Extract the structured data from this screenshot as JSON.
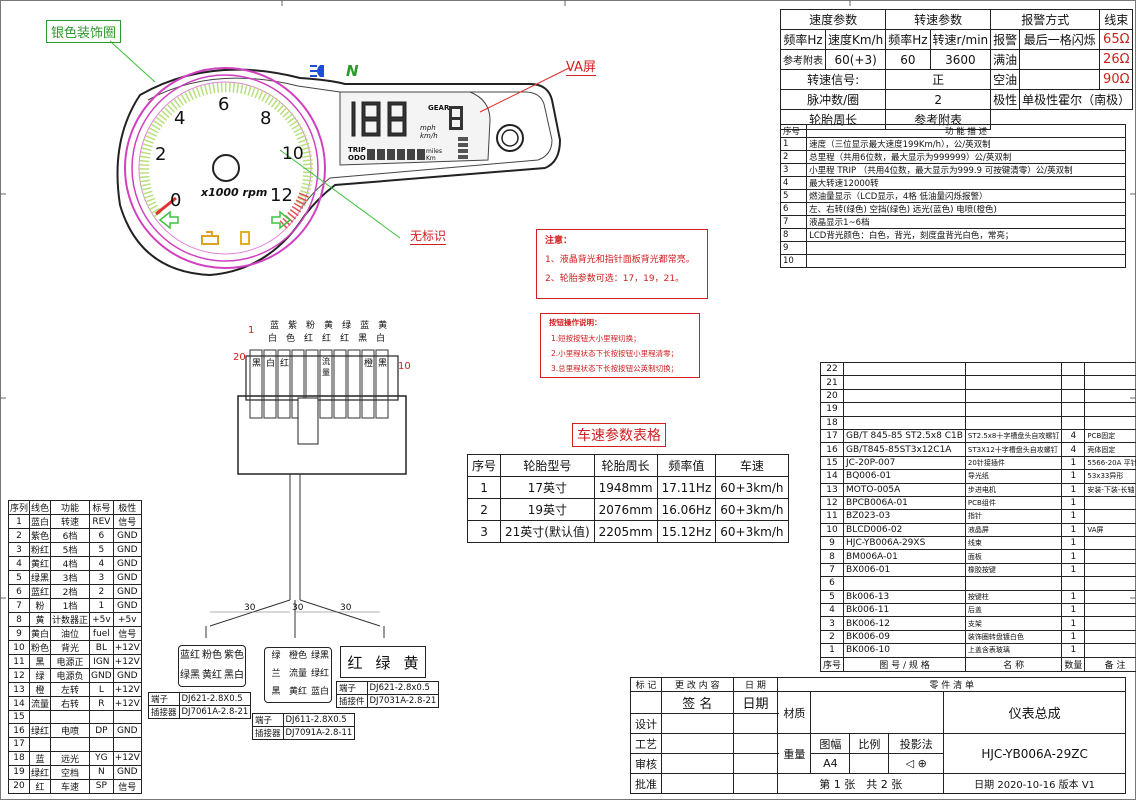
{
  "dial_labels": {
    "silver_ring": "银色装饰圈",
    "va_screen": "VA屏",
    "no_marking": "无标识",
    "rpm_unit": "x1000 rpm",
    "gear": "GEAR",
    "mph_kmh": "mph km/h",
    "trip": "TRIP",
    "odo": "ODO",
    "miles_km": "miles Km",
    "ticks": [
      "0",
      "2",
      "4",
      "6",
      "8",
      "10",
      "12"
    ],
    "indicator_n": "N"
  },
  "spec": {
    "headers": [
      "速度参数",
      "转速参数",
      "报警方式",
      "线束"
    ],
    "row1": [
      "频率Hz",
      "速度Km/h",
      "频率Hz",
      "转速r/min",
      "报警",
      "最后一格闪烁",
      "65Ω"
    ],
    "row2": [
      "参考附表",
      "60(+3)",
      "60",
      "3600",
      "满油",
      "",
      "26Ω"
    ],
    "row3": [
      "转速信号:",
      "正",
      "空油",
      "",
      "90Ω"
    ],
    "row4": [
      "脉冲数/圈",
      "2",
      "极性",
      "单极性霍尔（南极）"
    ],
    "row5": [
      "轮胎周长",
      "参考附表"
    ],
    "feature_header": [
      "序号",
      "功 能 描 述"
    ],
    "features": [
      {
        "n": "1",
        "d": "速度（三位显示最大速度199Km/h），公/英双制"
      },
      {
        "n": "2",
        "d": "总里程（共用6位数，最大显示为999999）公/英双制"
      },
      {
        "n": "3",
        "d": "小里程 TRIP （共用4位数，最大显示为999.9 可按键清零）公/英双制"
      },
      {
        "n": "4",
        "d": "最大转速12000转"
      },
      {
        "n": "5",
        "d": "燃油量显示（LCD显示，4格 低油量闪烁报警）"
      },
      {
        "n": "6",
        "d": "左、右转(绿色) 空挡(绿色) 远光(蓝色) 电喷(橙色)"
      },
      {
        "n": "7",
        "d": "液晶显示1~6档"
      },
      {
        "n": "8",
        "d": "LCD背光颜色：白色，背光，刻度盘背光白色，常亮；"
      },
      {
        "n": "9",
        "d": ""
      },
      {
        "n": "10",
        "d": ""
      }
    ]
  },
  "notes": {
    "title": "注意：",
    "line1": "1、液晶背光和指针面板背光都常亮。",
    "line2": "2、轮胎参数可选：17，19，21。",
    "btn_title": "按钮操作说明：",
    "btn1": "1.短按按钮大小里程切换；",
    "btn2": "2.小里程状态下长按按钮小里程清零；",
    "btn3": "3.总里程状态下长按按钮公英制切换；"
  },
  "connector": {
    "left_num": "20",
    "right_num": "10",
    "top_num": "1",
    "top_labels": [
      "蓝",
      "紫",
      "粉",
      "黄",
      "绿",
      "蓝",
      "黄"
    ],
    "top_labels2": [
      "白",
      "色",
      "红",
      "红",
      "红",
      "黑",
      "白"
    ],
    "pins": [
      "黑",
      "白",
      "红",
      "",
      "",
      "流量",
      "",
      "",
      "橙",
      "黑"
    ],
    "pins2": [
      "",
      "红",
      "",
      "",
      "",
      "",
      "",
      "",
      "色",
      ""
    ],
    "len1": "30",
    "len2": "30",
    "len3": "30"
  },
  "plugs": {
    "p1": [
      "蓝红",
      "粉色",
      "紫色",
      "绿黑",
      "黄红",
      "黑白"
    ],
    "p1_term": "端子",
    "p1_term_v": "DJ621-2.8X0.5",
    "p1_ins": "插接器",
    "p1_ins_v": "DJ7061A-2.8-21",
    "p2": [
      "绿",
      "橙色",
      "绿黑",
      "兰",
      "流量",
      "绿红",
      "黑",
      "黄红",
      "蓝白"
    ],
    "p2_term": "端子",
    "p2_term_v": "DJ611-2.8X0.5",
    "p2_ins": "插接器",
    "p2_ins_v": "DJ7091A-2.8-11",
    "p3": [
      "红",
      "绿",
      "黄"
    ],
    "p3_term": "端子",
    "p3_term_v": "DJ621-2.8x0.5",
    "p3_ins": "插接件",
    "p3_ins_v": "DJ7031A-2.8-21"
  },
  "speed_table": {
    "title": "车速参数表格",
    "headers": [
      "序号",
      "轮胎型号",
      "轮胎周长",
      "频率值",
      "车速"
    ],
    "rows": [
      [
        "1",
        "17英寸",
        "1948mm",
        "17.11Hz",
        "60+3km/h"
      ],
      [
        "2",
        "19英寸",
        "2076mm",
        "16.06Hz",
        "60+3km/h"
      ],
      [
        "3",
        "21英寸(默认值)",
        "2205mm",
        "15.12Hz",
        "60+3km/h"
      ]
    ]
  },
  "wires": {
    "headers": [
      "序列",
      "线色",
      "功能",
      "标号",
      "极性"
    ],
    "rows": [
      [
        "1",
        "蓝白",
        "转速",
        "REV",
        "信号"
      ],
      [
        "2",
        "紫色",
        "6档",
        "6",
        "GND"
      ],
      [
        "3",
        "粉红",
        "5档",
        "5",
        "GND"
      ],
      [
        "4",
        "黄红",
        "4档",
        "4",
        "GND"
      ],
      [
        "5",
        "绿黑",
        "3档",
        "3",
        "GND"
      ],
      [
        "6",
        "蓝红",
        "2档",
        "2",
        "GND"
      ],
      [
        "7",
        "粉",
        "1档",
        "1",
        "GND"
      ],
      [
        "8",
        "黄",
        "计数器正",
        "+5v",
        "+5v"
      ],
      [
        "9",
        "黄白",
        "油位",
        "fuel",
        "信号"
      ],
      [
        "10",
        "粉色",
        "背光",
        "BL",
        "+12V"
      ],
      [
        "11",
        "黑",
        "电源正",
        "IGN",
        "+12V"
      ],
      [
        "12",
        "绿",
        "电源负",
        "GND",
        "GND"
      ],
      [
        "13",
        "橙",
        "左转",
        "L",
        "+12V"
      ],
      [
        "14",
        "流量",
        "右转",
        "R",
        "+12V"
      ],
      [
        "15",
        "",
        "",
        "",
        ""
      ],
      [
        "16",
        "绿红",
        "电喷",
        "DP",
        "GND"
      ],
      [
        "17",
        "",
        "",
        "",
        ""
      ],
      [
        "18",
        "蓝",
        "远光",
        "YG",
        "+12V"
      ],
      [
        "19",
        "绿红",
        "空档",
        "N",
        "GND"
      ],
      [
        "20",
        "红",
        "车速",
        "SP",
        "信号"
      ]
    ]
  },
  "bom": {
    "rows": [
      [
        "22",
        "",
        "",
        "",
        "",
        ""
      ],
      [
        "21",
        "",
        "",
        "",
        "",
        ""
      ],
      [
        "20",
        "",
        "",
        "",
        "",
        ""
      ],
      [
        "19",
        "",
        "",
        "",
        "",
        ""
      ],
      [
        "18",
        "",
        "",
        "",
        "",
        ""
      ],
      [
        "17",
        "GB/T 845-85 ST2.5x8 C1B",
        "ST2.5x8十字槽盘头自攻螺钉",
        "4",
        "PCB固定",
        ""
      ],
      [
        "16",
        "GB/T845-85ST3x12C1A",
        "ST3X12十字槽盘头自攻螺钉",
        "4",
        "壳体固定",
        ""
      ],
      [
        "15",
        "JC-20P-007",
        "20针接插件",
        "1",
        "5566-20A 平针",
        ""
      ],
      [
        "14",
        "BQ006-01",
        "导光纸",
        "1",
        "53x33异形",
        ""
      ],
      [
        "13",
        "MOTO-005A",
        "步进电机",
        "1",
        "安装-下装-长轴",
        ""
      ],
      [
        "12",
        "BPCB006A-01",
        "PCB组件",
        "1",
        "",
        ""
      ],
      [
        "11",
        "BZ023-03",
        "指针",
        "1",
        "",
        ""
      ],
      [
        "10",
        "BLCD006-02",
        "液晶屏",
        "1",
        "VA屏",
        ""
      ],
      [
        "9",
        "HJC-YB006A-29XS",
        "线束",
        "1",
        "",
        ""
      ],
      [
        "8",
        "BM006A-01",
        "面板",
        "1",
        "",
        ""
      ],
      [
        "7",
        "BX006-01",
        "橡胶按键",
        "1",
        "",
        ""
      ],
      [
        "6",
        "",
        "",
        "",
        "",
        ""
      ],
      [
        "5",
        "Bk006-13",
        "按键柱",
        "1",
        "",
        ""
      ],
      [
        "4",
        "Bk006-11",
        "后盖",
        "1",
        "",
        ""
      ],
      [
        "3",
        "BK006-12",
        "支架",
        "1",
        "",
        ""
      ],
      [
        "2",
        "BK006-09",
        "装饰圈转盘镀白色",
        "1",
        "",
        ""
      ],
      [
        "1",
        "BK006-10",
        "上盖含表玻璃",
        "1",
        "",
        ""
      ]
    ],
    "footer": [
      "序号",
      "图 号 / 规 格",
      "名 称",
      "数量",
      "备 注"
    ]
  },
  "title_block": {
    "mark": "标 记",
    "change": "更 改 内 容",
    "date": "日 期",
    "parts_list": "零 件 清 单",
    "sign": "签 名",
    "date2": "日期",
    "design": "设计",
    "process": "工艺",
    "review": "审核",
    "approve": "批准",
    "material": "材质",
    "product": "仪表总成",
    "weight": "重量",
    "size": "图幅",
    "scale": "比例",
    "projection": "投影法",
    "size_v": "A4",
    "drawing_no": "HJC-YB006A-29ZC",
    "sheet_of": "第 1 张　共 2 张",
    "date_label": "日期",
    "date_v": "2020-10-16",
    "version": "版本",
    "version_v": "V1"
  }
}
